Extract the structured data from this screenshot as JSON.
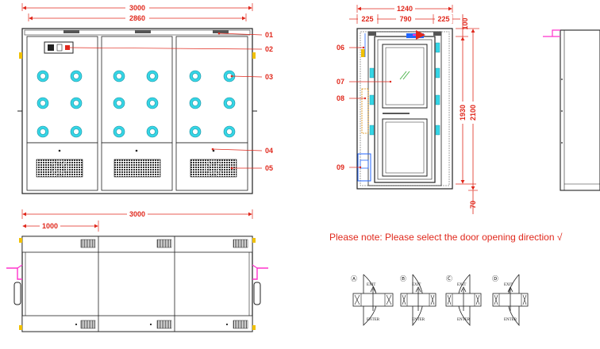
{
  "dimensions": {
    "front_width_total": "3000",
    "front_width_inner": "2860",
    "side_width_total": "1240",
    "side_left": "225",
    "side_door": "790",
    "side_right": "225",
    "side_top": "100",
    "side_height_inner": "1930",
    "side_height_total": "2100",
    "side_bottom": "70",
    "plan_width_total": "3000",
    "plan_section": "1000"
  },
  "callouts": {
    "c01": "01",
    "c02": "02",
    "c03": "03",
    "c04": "04",
    "c05": "05",
    "c06": "06",
    "c07": "07",
    "c08": "08",
    "c09": "09"
  },
  "note": "Please note: Please select the door opening direction  √",
  "options": {
    "a": {
      "mark": "Ⓐ",
      "exit": "EXIT",
      "enter": "ENTER"
    },
    "b": {
      "mark": "Ⓑ",
      "exit": "EXIT",
      "enter": "ENTER"
    },
    "c": {
      "mark": "Ⓒ",
      "exit": "EXIT",
      "enter": "ENTER"
    },
    "d": {
      "mark": "Ⓓ",
      "exit": "EXIT",
      "enter": "ENTER"
    }
  },
  "colors": {
    "dimension": "#e0281c",
    "line": "#222222",
    "nozzle": "#35d6e6",
    "handle": "#ff33cc",
    "accent_blue": "#2266ff",
    "accent_yellow": "#f0c000"
  }
}
